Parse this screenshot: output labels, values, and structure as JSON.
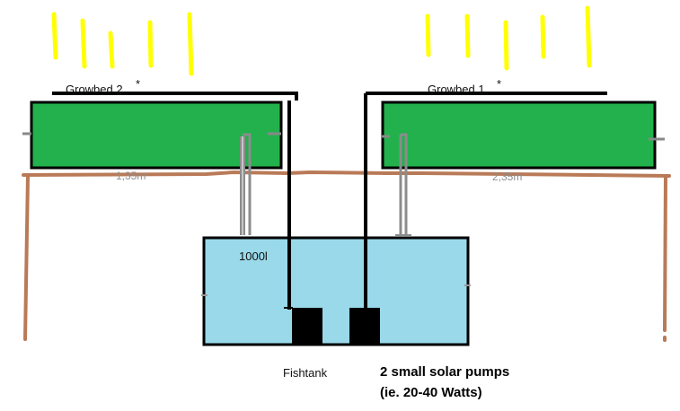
{
  "growbeds": [
    {
      "label": "Growbed 2",
      "marker": "*",
      "measure": "1,35m",
      "fill": "#22b14c"
    },
    {
      "label": "Growbed 1",
      "marker": "*",
      "measure": "2,35m",
      "fill": "#22b14c"
    }
  ],
  "tank": {
    "volume": "1000l",
    "caption": "Fishtank",
    "fill": "#99d9ea"
  },
  "pumps": {
    "line1": "2 small solar pumps",
    "line2": "(ie. 20-40 Watts)"
  },
  "colors": {
    "sun": "#ffff00",
    "frame": "#b97a57",
    "pipe": "#000000",
    "return_pipe": "#8c8c8c"
  }
}
